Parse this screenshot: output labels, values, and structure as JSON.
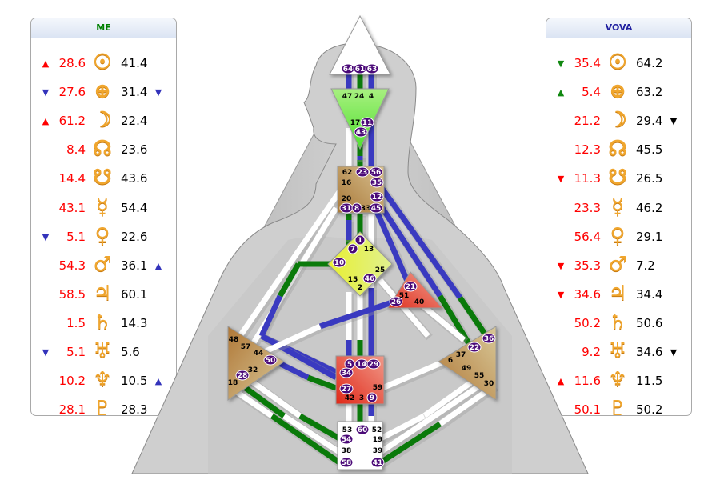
{
  "panels": {
    "left": {
      "title": "ME",
      "rows": [
        {
          "planet": "sun-icon",
          "glyph": "☉",
          "design": "28.6",
          "personality": "41.4",
          "left_arrow": "▲",
          "left_arrow_class": "up-red",
          "right_arrow": "",
          "right_arrow_class": ""
        },
        {
          "planet": "earth-icon",
          "glyph": "⊕",
          "design": "27.6",
          "personality": "31.4",
          "left_arrow": "▼",
          "left_arrow_class": "down-blue",
          "right_arrow": "▼",
          "right_arrow_class": "down-blue"
        },
        {
          "planet": "moon-icon",
          "glyph": "☽",
          "design": "61.2",
          "personality": "22.4",
          "left_arrow": "▲",
          "left_arrow_class": "up-red",
          "right_arrow": "",
          "right_arrow_class": ""
        },
        {
          "planet": "north-node-icon",
          "glyph": "☊",
          "design": "8.4",
          "personality": "23.6",
          "left_arrow": "",
          "left_arrow_class": "",
          "right_arrow": "",
          "right_arrow_class": ""
        },
        {
          "planet": "south-node-icon",
          "glyph": "☋",
          "design": "14.4",
          "personality": "43.6",
          "left_arrow": "",
          "left_arrow_class": "",
          "right_arrow": "",
          "right_arrow_class": ""
        },
        {
          "planet": "mercury-icon",
          "glyph": "☿",
          "design": "43.1",
          "personality": "54.4",
          "left_arrow": "",
          "left_arrow_class": "",
          "right_arrow": "",
          "right_arrow_class": ""
        },
        {
          "planet": "venus-icon",
          "glyph": "♀",
          "design": "5.1",
          "personality": "22.6",
          "left_arrow": "▼",
          "left_arrow_class": "down-blue",
          "right_arrow": "",
          "right_arrow_class": ""
        },
        {
          "planet": "mars-icon",
          "glyph": "♂",
          "design": "54.3",
          "personality": "36.1",
          "left_arrow": "",
          "left_arrow_class": "",
          "right_arrow": "▲",
          "right_arrow_class": "up-blue"
        },
        {
          "planet": "jupiter-icon",
          "glyph": "♃",
          "design": "58.5",
          "personality": "60.1",
          "left_arrow": "",
          "left_arrow_class": "",
          "right_arrow": "",
          "right_arrow_class": ""
        },
        {
          "planet": "saturn-icon",
          "glyph": "♄",
          "design": "1.5",
          "personality": "14.3",
          "left_arrow": "",
          "left_arrow_class": "",
          "right_arrow": "",
          "right_arrow_class": ""
        },
        {
          "planet": "uranus-icon",
          "glyph": "♅",
          "design": "5.1",
          "personality": "5.6",
          "left_arrow": "▼",
          "left_arrow_class": "down-blue",
          "right_arrow": "",
          "right_arrow_class": ""
        },
        {
          "planet": "neptune-icon",
          "glyph": "♆",
          "design": "10.2",
          "personality": "10.5",
          "left_arrow": "",
          "left_arrow_class": "",
          "right_arrow": "▲",
          "right_arrow_class": "up-blue"
        },
        {
          "planet": "pluto-icon",
          "glyph": "♇",
          "design": "28.1",
          "personality": "28.3",
          "left_arrow": "",
          "left_arrow_class": "",
          "right_arrow": "",
          "right_arrow_class": ""
        }
      ]
    },
    "right": {
      "title": "VOVA",
      "rows": [
        {
          "planet": "sun-icon",
          "glyph": "☉",
          "design": "35.4",
          "personality": "64.2",
          "left_arrow": "▼",
          "left_arrow_class": "down-green",
          "right_arrow": "",
          "right_arrow_class": ""
        },
        {
          "planet": "earth-icon",
          "glyph": "⊕",
          "design": "5.4",
          "personality": "63.2",
          "left_arrow": "▲",
          "left_arrow_class": "up-green",
          "right_arrow": "",
          "right_arrow_class": ""
        },
        {
          "planet": "moon-icon",
          "glyph": "☽",
          "design": "21.2",
          "personality": "29.4",
          "left_arrow": "",
          "left_arrow_class": "",
          "right_arrow": "▼",
          "right_arrow_class": "down-black"
        },
        {
          "planet": "north-node-icon",
          "glyph": "☊",
          "design": "12.3",
          "personality": "45.5",
          "left_arrow": "",
          "left_arrow_class": "",
          "right_arrow": "",
          "right_arrow_class": ""
        },
        {
          "planet": "south-node-icon",
          "glyph": "☋",
          "design": "11.3",
          "personality": "26.5",
          "left_arrow": "▼",
          "left_arrow_class": "down-red",
          "right_arrow": "",
          "right_arrow_class": ""
        },
        {
          "planet": "mercury-icon",
          "glyph": "☿",
          "design": "23.3",
          "personality": "46.2",
          "left_arrow": "",
          "left_arrow_class": "",
          "right_arrow": "",
          "right_arrow_class": ""
        },
        {
          "planet": "venus-icon",
          "glyph": "♀",
          "design": "56.4",
          "personality": "29.1",
          "left_arrow": "",
          "left_arrow_class": "",
          "right_arrow": "",
          "right_arrow_class": ""
        },
        {
          "planet": "mars-icon",
          "glyph": "♂",
          "design": "35.3",
          "personality": "7.2",
          "left_arrow": "▼",
          "left_arrow_class": "down-red",
          "right_arrow": "",
          "right_arrow_class": ""
        },
        {
          "planet": "jupiter-icon",
          "glyph": "♃",
          "design": "34.6",
          "personality": "34.4",
          "left_arrow": "▼",
          "left_arrow_class": "down-red",
          "right_arrow": "",
          "right_arrow_class": ""
        },
        {
          "planet": "saturn-icon",
          "glyph": "♄",
          "design": "50.2",
          "personality": "50.6",
          "left_arrow": "",
          "left_arrow_class": "",
          "right_arrow": "",
          "right_arrow_class": ""
        },
        {
          "planet": "uranus-icon",
          "glyph": "♅",
          "design": "9.2",
          "personality": "34.6",
          "left_arrow": "",
          "left_arrow_class": "",
          "right_arrow": "▼",
          "right_arrow_class": "down-black"
        },
        {
          "planet": "neptune-icon",
          "glyph": "♆",
          "design": "11.6",
          "personality": "11.5",
          "left_arrow": "▲",
          "left_arrow_class": "up-red",
          "right_arrow": "",
          "right_arrow_class": ""
        },
        {
          "planet": "pluto-icon",
          "glyph": "♇",
          "design": "50.1",
          "personality": "50.2",
          "left_arrow": "",
          "left_arrow_class": "",
          "right_arrow": "",
          "right_arrow_class": ""
        }
      ]
    }
  },
  "colors": {
    "design": "#ff0000",
    "personality": "#000000",
    "me_title": "#008000",
    "vova_title": "#2020a0",
    "channel_blue": "#3a3ac0",
    "channel_green": "#0a7a0a",
    "channel_white": "#ffffff",
    "active_gate": "#4b0a78",
    "planet_glyph": "#f0a62e"
  },
  "bodygraph": {
    "centers": {
      "head": {
        "gates": [
          {
            "n": "64",
            "active": true
          },
          {
            "n": "61",
            "active": true
          },
          {
            "n": "63",
            "active": true
          }
        ],
        "color": "#ffffff"
      },
      "ajna": {
        "gates": [
          {
            "n": "47",
            "active": false
          },
          {
            "n": "24",
            "active": false
          },
          {
            "n": "4",
            "active": false
          },
          {
            "n": "17",
            "active": false
          },
          {
            "n": "11",
            "active": true
          },
          {
            "n": "43",
            "active": true
          }
        ],
        "color": "#80e050"
      },
      "throat": {
        "gates": [
          {
            "n": "62",
            "active": false
          },
          {
            "n": "23",
            "active": true
          },
          {
            "n": "56",
            "active": true
          },
          {
            "n": "16",
            "active": false
          },
          {
            "n": "35",
            "active": true
          },
          {
            "n": "20",
            "active": false
          },
          {
            "n": "12",
            "active": true
          },
          {
            "n": "31",
            "active": true
          },
          {
            "n": "8",
            "active": true
          },
          {
            "n": "33",
            "active": false
          },
          {
            "n": "45",
            "active": true
          }
        ],
        "color": "#b8905a"
      },
      "g": {
        "gates": [
          {
            "n": "1",
            "active": true
          },
          {
            "n": "7",
            "active": true
          },
          {
            "n": "13",
            "active": false
          },
          {
            "n": "10",
            "active": true
          },
          {
            "n": "25",
            "active": false
          },
          {
            "n": "15",
            "active": false
          },
          {
            "n": "46",
            "active": true
          },
          {
            "n": "2",
            "active": false
          }
        ],
        "color": "#e0f060"
      },
      "heart": {
        "gates": [
          {
            "n": "21",
            "active": true
          },
          {
            "n": "51",
            "active": false
          },
          {
            "n": "26",
            "active": true
          },
          {
            "n": "40",
            "active": false
          }
        ],
        "color": "#e86050"
      },
      "spleen": {
        "gates": [
          {
            "n": "48",
            "active": false
          },
          {
            "n": "57",
            "active": false
          },
          {
            "n": "44",
            "active": false
          },
          {
            "n": "50",
            "active": true
          },
          {
            "n": "32",
            "active": false
          },
          {
            "n": "28",
            "active": true
          },
          {
            "n": "18",
            "active": false
          }
        ],
        "color": "#b8905a"
      },
      "sacral": {
        "gates": [
          {
            "n": "5",
            "active": true
          },
          {
            "n": "14",
            "active": true
          },
          {
            "n": "29",
            "active": true
          },
          {
            "n": "34",
            "active": true
          },
          {
            "n": "27",
            "active": true
          },
          {
            "n": "59",
            "active": false
          },
          {
            "n": "42",
            "active": false
          },
          {
            "n": "3",
            "active": false
          },
          {
            "n": "9",
            "active": true
          }
        ],
        "color": "#e04030"
      },
      "solar_plexus": {
        "gates": [
          {
            "n": "36",
            "active": true
          },
          {
            "n": "22",
            "active": true
          },
          {
            "n": "37",
            "active": false
          },
          {
            "n": "6",
            "active": false
          },
          {
            "n": "49",
            "active": false
          },
          {
            "n": "55",
            "active": false
          },
          {
            "n": "30",
            "active": false
          }
        ],
        "color": "#b8905a"
      },
      "root": {
        "gates": [
          {
            "n": "53",
            "active": false
          },
          {
            "n": "60",
            "active": true
          },
          {
            "n": "52",
            "active": false
          },
          {
            "n": "54",
            "active": true
          },
          {
            "n": "19",
            "active": false
          },
          {
            "n": "38",
            "active": false
          },
          {
            "n": "39",
            "active": false
          },
          {
            "n": "58",
            "active": true
          },
          {
            "n": "41",
            "active": true
          }
        ],
        "color": "#ffffff"
      }
    }
  }
}
